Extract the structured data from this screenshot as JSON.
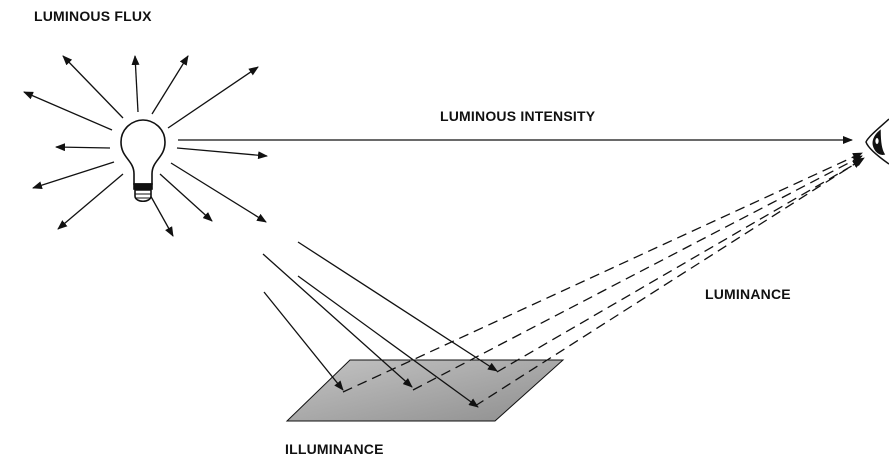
{
  "labels": {
    "luminous_flux": "LUMINOUS FLUX",
    "luminous_intensity": "LUMINOUS INTENSITY",
    "luminance": "LUMINANCE",
    "illuminance": "ILLUMINANCE"
  },
  "colors": {
    "ink": "#111111",
    "surface_fill": "#a9a9a9",
    "background": "#ffffff"
  },
  "icons": {
    "light_source": "light-bulb-icon",
    "observer": "eye-icon"
  }
}
